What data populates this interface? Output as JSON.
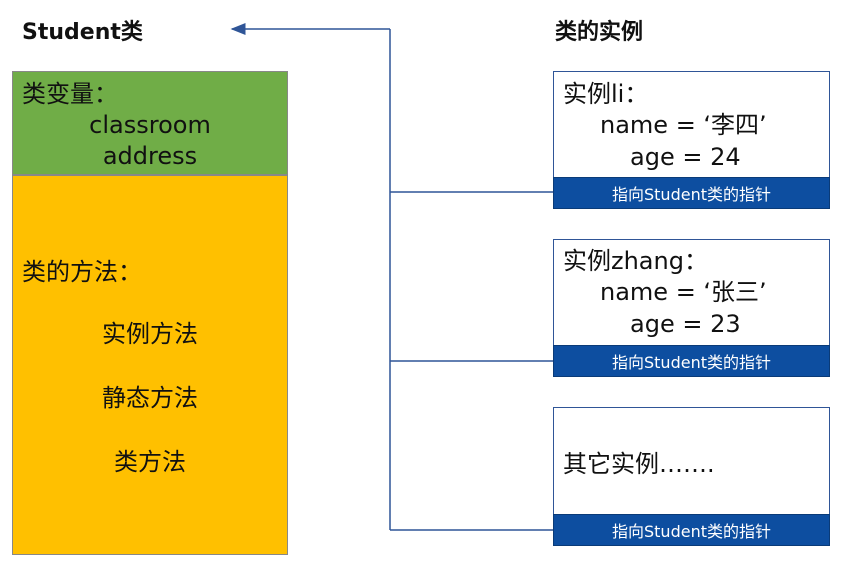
{
  "class_section": {
    "title": "Student类",
    "vars_label": "类变量：",
    "vars": [
      "classroom",
      "address"
    ],
    "methods_label": "类的方法：",
    "methods": [
      "实例方法",
      "静态方法",
      "类方法"
    ]
  },
  "instances_section": {
    "title": "类的实例",
    "instances": [
      {
        "header": "实例li：",
        "name_line": "name = ‘李四’",
        "age_line": "age = 24",
        "pointer": "指向Student类的指针"
      },
      {
        "header": "实例zhang：",
        "name_line": "name = ‘张三’",
        "age_line": "age = 23",
        "pointer": "指向Student类的指针"
      },
      {
        "header": "其它实例…….",
        "pointer": "指向Student类的指针"
      }
    ]
  },
  "colors": {
    "class_vars_fill": "#70ad47",
    "class_methods_fill": "#ffc000",
    "pointer_fill": "#0d4ea0",
    "connector": "#2f5597"
  }
}
